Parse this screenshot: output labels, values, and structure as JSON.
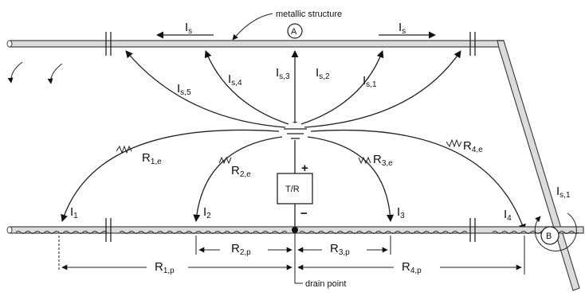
{
  "labels": {
    "metallic_structure": "metallic structure",
    "drain_point": "drain point",
    "tr_box": "T/R",
    "plus": "+",
    "minus": "−",
    "minus_ground": "−",
    "point_a": "A",
    "point_b": "B",
    "is_left": {
      "main": "I",
      "sub": "s"
    },
    "is_right": {
      "main": "I",
      "sub": "s"
    },
    "is_5": {
      "main": "I",
      "sub": "s,5"
    },
    "is_4": {
      "main": "I",
      "sub": "s,4"
    },
    "is_3": {
      "main": "I",
      "sub": "s,3"
    },
    "is_2": {
      "main": "I",
      "sub": "s,2"
    },
    "is_1": {
      "main": "I",
      "sub": "s,1"
    },
    "is_1_b": {
      "main": "I",
      "sub": "s,1"
    },
    "r1e": {
      "main": "R",
      "sub": "1,e"
    },
    "r2e": {
      "main": "R",
      "sub": "2,e"
    },
    "r3e": {
      "main": "R",
      "sub": "3,e"
    },
    "r4e": {
      "main": "R",
      "sub": "4,e"
    },
    "i1": {
      "main": "I",
      "sub": "1"
    },
    "i2": {
      "main": "I",
      "sub": "2"
    },
    "i3": {
      "main": "I",
      "sub": "3"
    },
    "i4": {
      "main": "I",
      "sub": "4"
    },
    "r1p": {
      "main": "R",
      "sub": "1,p"
    },
    "r2p": {
      "main": "R",
      "sub": "2,p"
    },
    "r3p": {
      "main": "R",
      "sub": "3,p"
    },
    "r4p": {
      "main": "R",
      "sub": "4,p"
    }
  },
  "colors": {
    "stroke": "#222222",
    "pipe_fill": "#dcdcdc",
    "background": "#ffffff"
  }
}
